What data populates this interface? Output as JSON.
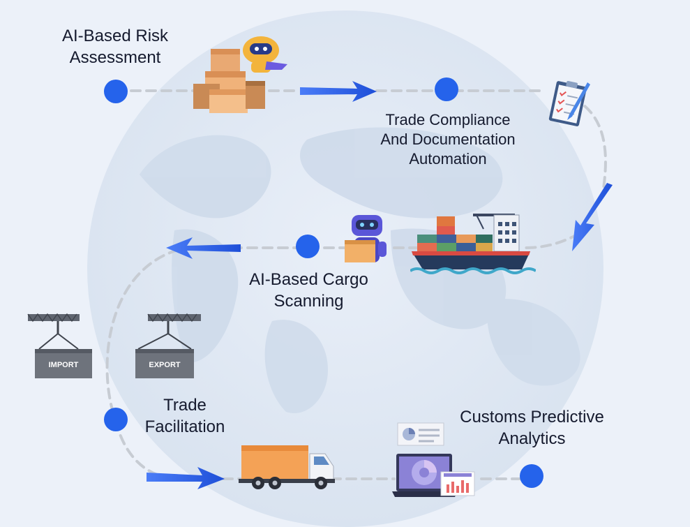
{
  "steps": {
    "risk_assessment": "AI-Based Risk\nAssessment",
    "trade_compliance": "Trade Compliance\nAnd Documentation\nAutomation",
    "cargo_scanning": "AI-Based Cargo\nScanning",
    "trade_facilitation": "Trade\nFacilitation",
    "predictive_analytics": "Customs Predictive\nAnalytics"
  },
  "crate_labels": {
    "import": "IMPORT",
    "export": "EXPORT"
  },
  "colors": {
    "background": "#ecf1f9",
    "globe": "#dde6f2",
    "node": "#2563eb",
    "arrow": "#2b5ce6",
    "path": "#c7ccd3"
  },
  "icons": [
    "robot-with-boxes-icon",
    "clipboard-checklist-icon",
    "cargo-ship-icon",
    "robot-holding-box-icon",
    "import-crate-icon",
    "export-crate-icon",
    "delivery-truck-icon",
    "analytics-laptop-icon"
  ]
}
